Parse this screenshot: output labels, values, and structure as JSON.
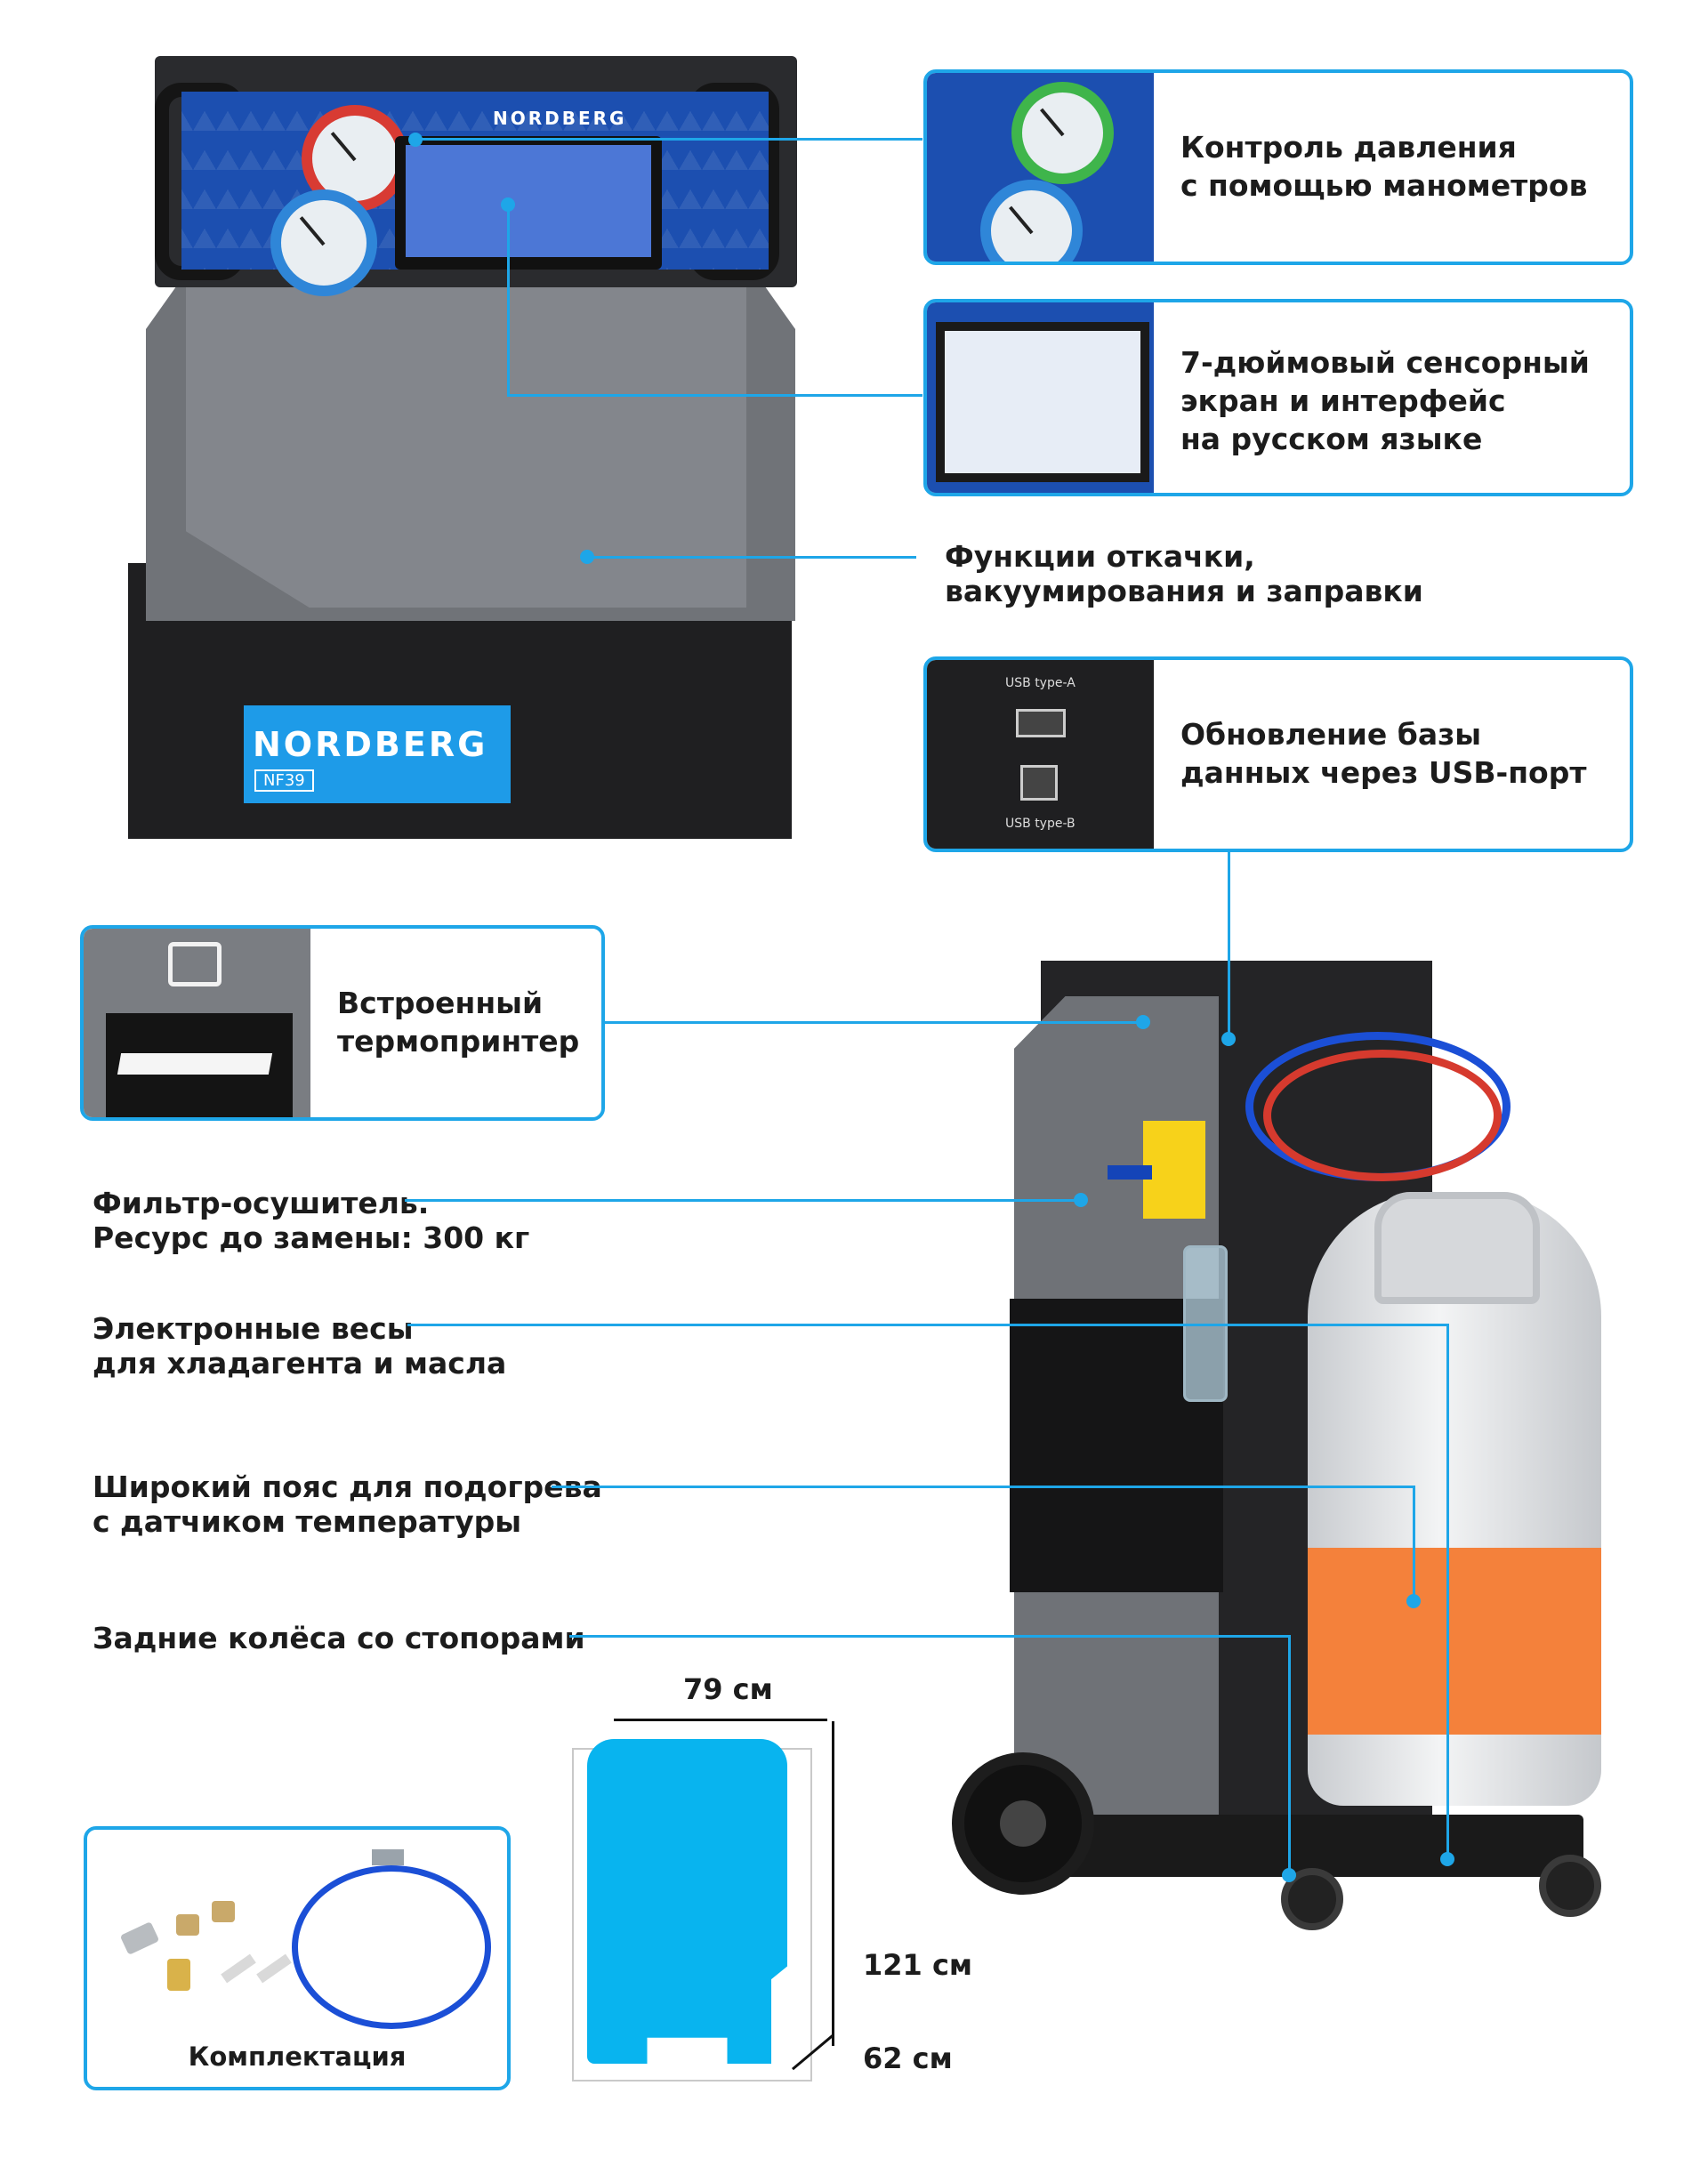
{
  "photo_top": {
    "brand_header": "NORDBERG",
    "plate_brand": "NORDBERG",
    "plate_model": "NF39"
  },
  "callouts": {
    "pressure": {
      "text": "Контроль давления\nс помощью манометров"
    },
    "screen": {
      "text": "7-дюймовый сенсорный\nэкран и интерфейс\nна русском языке"
    },
    "pumpout": {
      "text": "Функции откачки,\nвакуумирования и заправки"
    },
    "usb": {
      "text": "Обновление базы\nданных через USB-порт",
      "port_a": "USB type-A",
      "port_b": "USB type-B"
    },
    "printer": {
      "text": "Встроенный\nтермопринтер"
    },
    "filter": {
      "text": "Фильтр-осушитель.\nРесурс до замены: 300 кг"
    },
    "scales": {
      "text": "Электронные весы\nдля хладагента и масла"
    },
    "heater": {
      "text": "Широкий пояс для подогрева\nс датчиком температуры"
    },
    "wheels": {
      "text": "Задние колёса со стопорами"
    }
  },
  "dimensions": {
    "width": "79 см",
    "height": "121 см",
    "depth": "62 см"
  },
  "kit": {
    "label": "Комплектация"
  },
  "colors": {
    "accent": "#1ea6e8",
    "silhouette": "#08b4ef",
    "heater": "#f4813b"
  }
}
